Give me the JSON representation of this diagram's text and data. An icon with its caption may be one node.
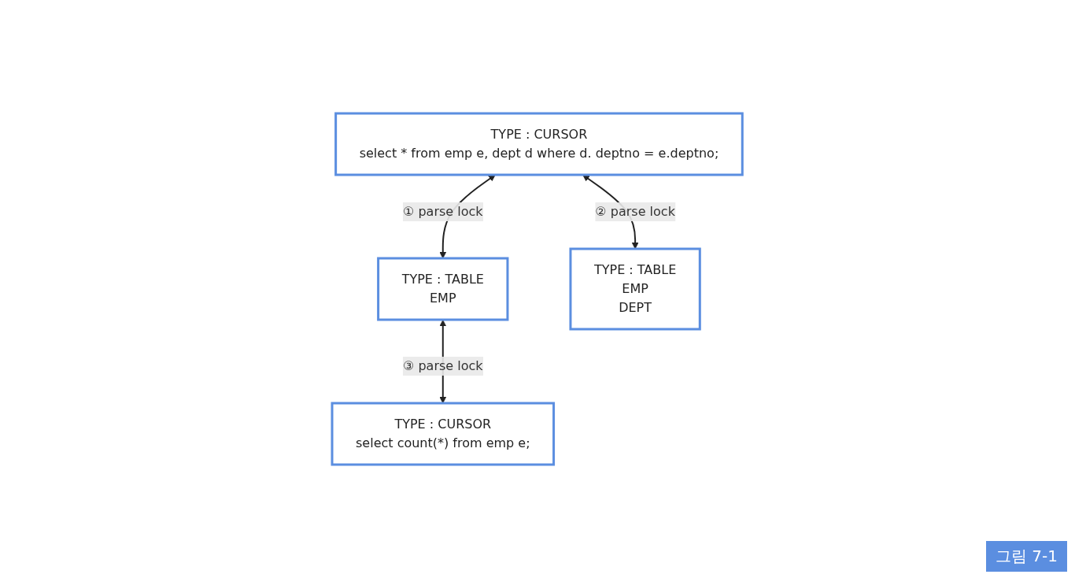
{
  "diagram": {
    "caption": "그림 7-1",
    "nodes": [
      {
        "text": [
          "TYPE : CURSOR",
          "select * from emp e, dept d where d. deptno = e.deptno;"
        ]
      },
      {
        "text": [
          "TYPE : TABLE",
          "EMP"
        ]
      },
      {
        "text": [
          "TYPE : TABLE",
          "EMP",
          "DEPT"
        ]
      },
      {
        "text": [
          "TYPE : CURSOR",
          "select count(*) from emp e;"
        ]
      }
    ],
    "edges": [
      {
        "from": 0,
        "to": 1,
        "arrow": "both",
        "label": "① parse lock"
      },
      {
        "from": 0,
        "to": 2,
        "arrow": "both",
        "label": "② parse lock"
      },
      {
        "from": 1,
        "to": 3,
        "arrow": "both",
        "label": "③ parse lock"
      }
    ]
  }
}
